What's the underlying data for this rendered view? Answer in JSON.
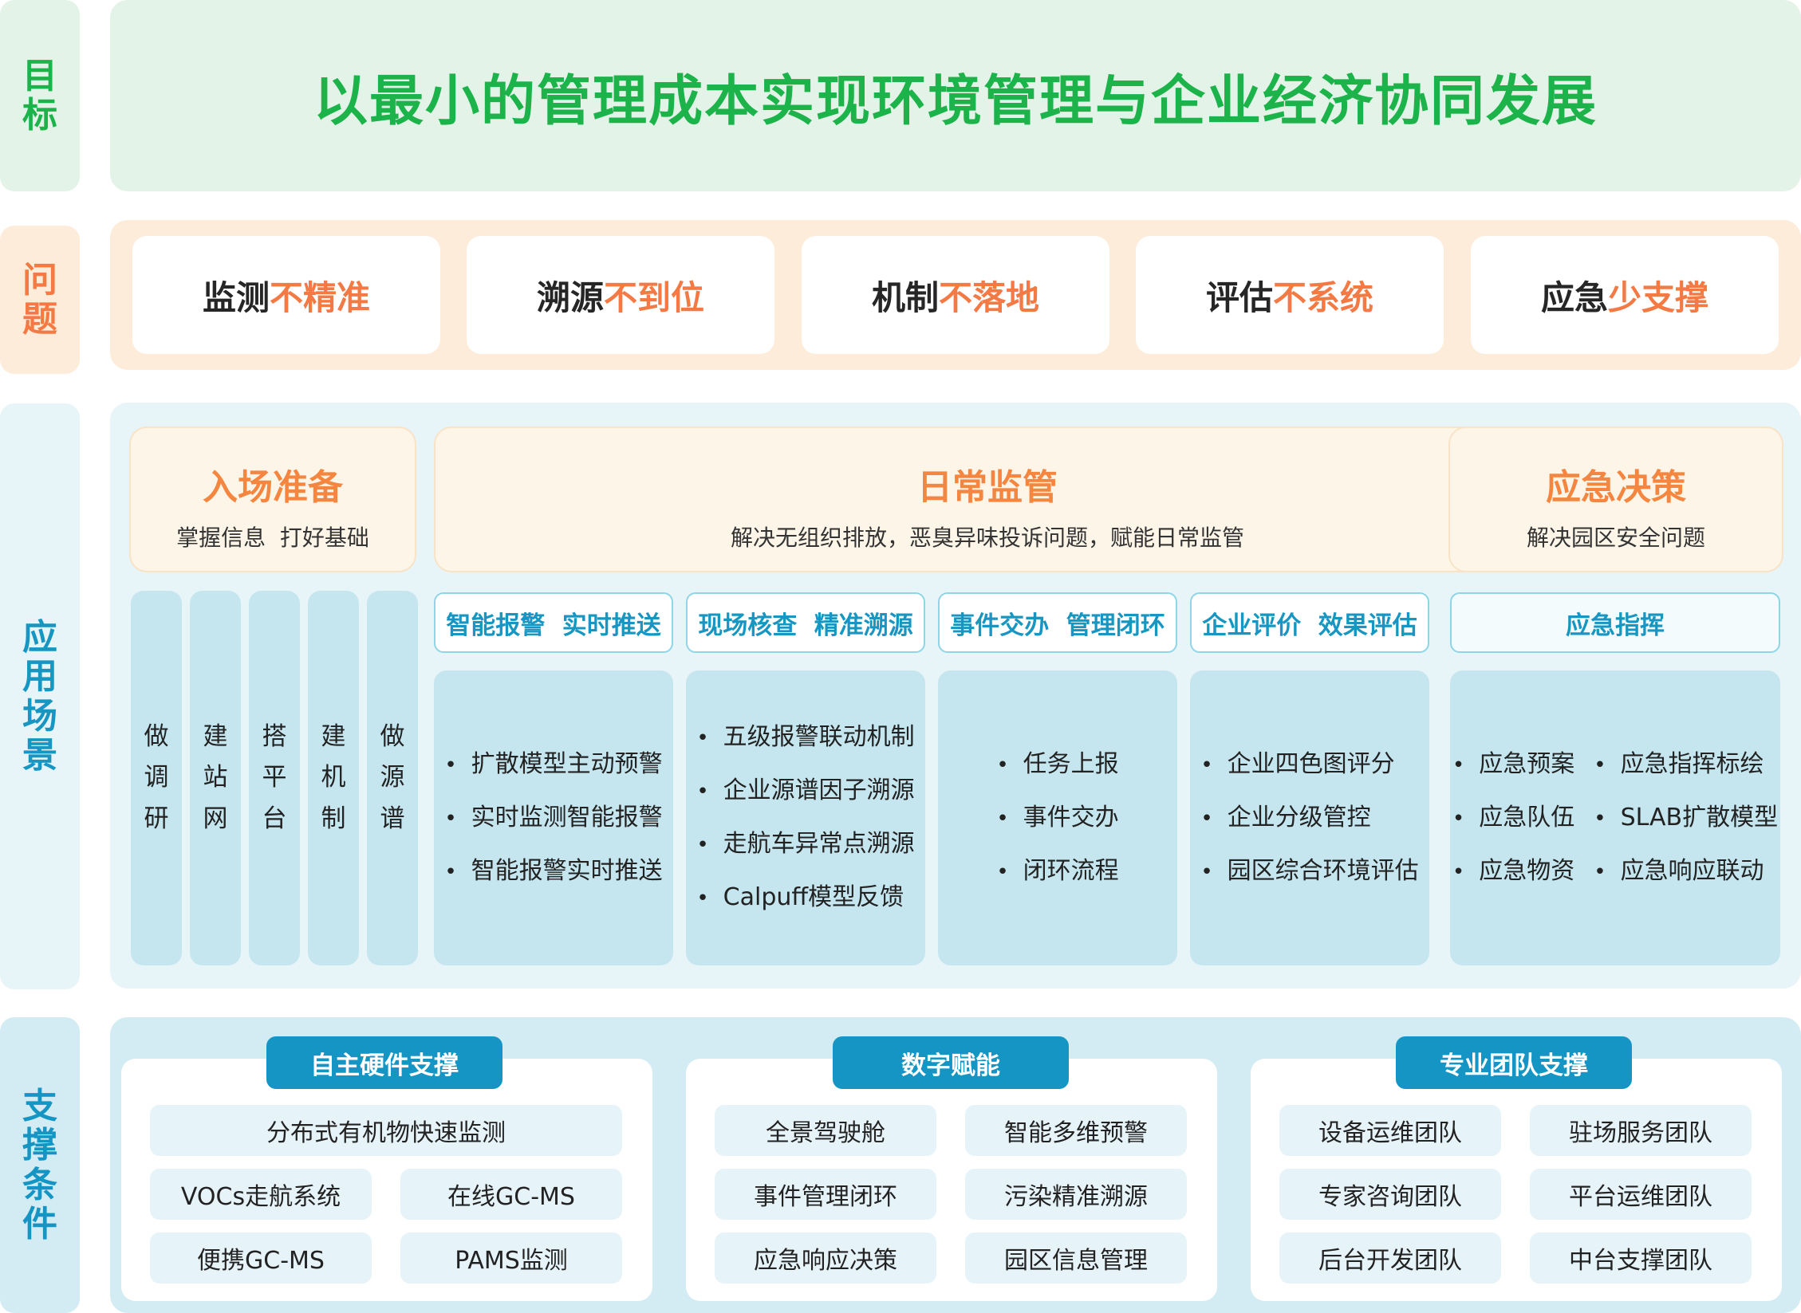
{
  "colors": {
    "goal_green": "#1db34b",
    "problem_orange": "#f47a45",
    "phase_orange": "#f5863f",
    "scene_blue": "#1896c2",
    "support_blue": "#1495c3"
  },
  "sidebar": {
    "goal": "目标",
    "problem": "问题",
    "scenario": "应用场景",
    "support": "支撑条件"
  },
  "goal": {
    "text": "以最小的管理成本实现环境管理与企业经济协同发展"
  },
  "problems": [
    {
      "key": "监测",
      "neg": "不精准"
    },
    {
      "key": "溯源",
      "neg": "不到位"
    },
    {
      "key": "机制",
      "neg": "不落地"
    },
    {
      "key": "评估",
      "neg": "不系统"
    },
    {
      "key": "应急",
      "neg": "少支撑"
    }
  ],
  "phases": [
    {
      "title": "入场准备",
      "subtitle": "掌握信息  打好基础"
    },
    {
      "title": "日常监管",
      "subtitle": "解决无组织排放，恶臭异味投诉问题，赋能日常监管"
    },
    {
      "title": "应急决策",
      "subtitle": "解决园区安全问题"
    }
  ],
  "prep_steps": [
    "做调研",
    "建站网",
    "搭平台",
    "建机制",
    "做源谱"
  ],
  "tags": [
    "智能报警  实时推送",
    "现场核查  精准溯源",
    "事件交办  管理闭环",
    "企业评价  效果评估",
    "应急指挥"
  ],
  "boxes": [
    [
      "扩散模型主动预警",
      "实时监测智能报警",
      "智能报警实时推送"
    ],
    [
      "五级报警联动机制",
      "企业源谱因子溯源",
      "走航车异常点溯源",
      "Calpuff模型反馈"
    ],
    [
      "任务上报",
      "事件交办",
      "闭环流程"
    ],
    [
      "企业四色图评分",
      "企业分级管控",
      "园区综合环境评估"
    ],
    [
      "应急预案",
      "应急指挥标绘",
      "应急队伍",
      "SLAB扩散模型",
      "应急物资",
      "应急响应联动"
    ]
  ],
  "support": [
    {
      "header": "自主硬件支撑",
      "items": [
        "分布式有机物快速监测",
        "VOCs走航系统",
        "在线GC-MS",
        "便携GC-MS",
        "PAMS监测"
      ]
    },
    {
      "header": "数字赋能",
      "items": [
        "全景驾驶舱",
        "智能多维预警",
        "事件管理闭环",
        "污染精准溯源",
        "应急响应决策",
        "园区信息管理"
      ]
    },
    {
      "header": "专业团队支撑",
      "items": [
        "设备运维团队",
        "驻场服务团队",
        "专家咨询团队",
        "平台运维团队",
        "后台开发团队",
        "中台支撑团队"
      ]
    }
  ]
}
